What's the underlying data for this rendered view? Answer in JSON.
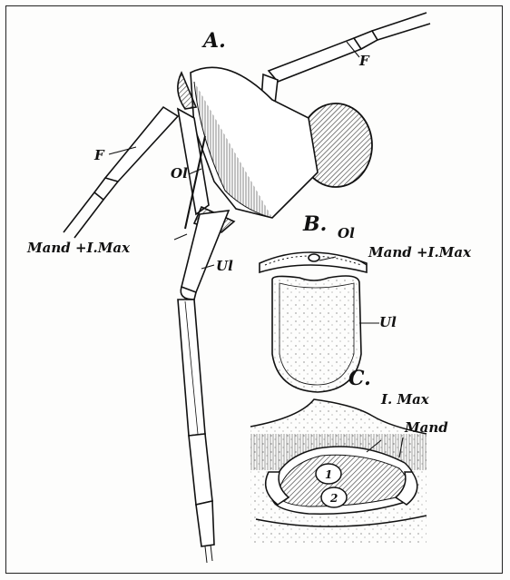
{
  "panels": {
    "a": {
      "letter": "A."
    },
    "b": {
      "letter": "B."
    },
    "c": {
      "letter": "C."
    }
  },
  "labels": {
    "f_right": "F",
    "f_left": "F",
    "ol_a": "Ol",
    "mand_imax_a": "Mand +I.Max",
    "ul_a": "Ul",
    "ol_b": "Ol",
    "mand_imax_b": "Mand +I.Max",
    "ul_b": "Ul",
    "imax_c": "I. Max",
    "mand_c": "Mand",
    "num_1": "1",
    "num_2": "2"
  },
  "colors": {
    "ink": "#111111",
    "shade": "#555555",
    "paper": "#fdfdfc"
  }
}
